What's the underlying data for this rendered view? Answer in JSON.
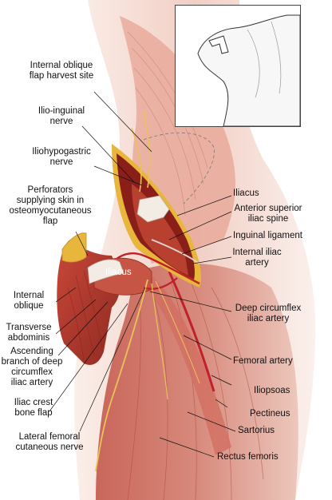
{
  "labels": {
    "internal_oblique_flap_harvest_site": "Internal oblique\nflap harvest site",
    "ilio_inguinal_nerve": "Ilio-inguinal\nnerve",
    "iliohypogastric_nerve": "Iliohypogastric\nnerve",
    "perforators": "Perforators\nsupplying skin in\nosteomyocutaneous\nflap",
    "iliacus_right": "Iliacus",
    "anterior_superior_iliac_spine": "Anterior superior\niliac spine",
    "inguinal_ligament": "Inguinal ligament",
    "internal_iliac_artery": "Internal iliac\nartery",
    "iliacus_flap": "Iliacus",
    "internal_oblique": "Internal\noblique",
    "transverse_abdominis": "Transverse\nabdominis",
    "ascending_branch": "Ascending\nbranch of deep\ncircumflex\niliac artery",
    "deep_circumflex_iliac_artery": "Deep circumflex\niliac artery",
    "femoral_artery": "Femoral artery",
    "iliopsoas": "Iliopsoas",
    "pectineus": "Pectineus",
    "iliac_crest_bone_flap": "Iliac crest\nbone flap",
    "sartorius": "Sartorius",
    "lateral_femoral_cutaneous_nerve": "Lateral femoral\ncutaneous nerve",
    "rectus_femoris": "Rectus femoris"
  },
  "colors": {
    "muscle": "#b8402f",
    "muscle_light": "#d98a7a",
    "skin": "#f3d9cf",
    "fat": "#e8b63a",
    "nerve": "#e9c25a",
    "artery": "#c0202a",
    "bone": "#f2ece4"
  }
}
